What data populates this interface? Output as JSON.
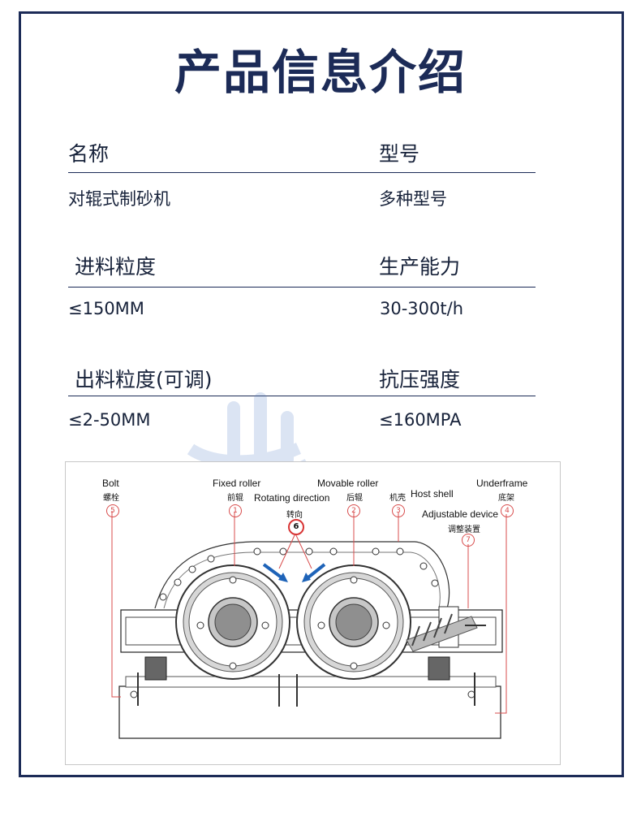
{
  "title": "产品信息介绍",
  "specs": [
    {
      "label": "名称",
      "value": "对辊式制砂机"
    },
    {
      "label": "型号",
      "value": "多种型号"
    },
    {
      "label": "进料粒度",
      "value": "≤150MM"
    },
    {
      "label": "生产能力",
      "value": "30-300t/h"
    },
    {
      "label": "出料粒度(可调)",
      "value": "≤2-50MM"
    },
    {
      "label": "抗压强度",
      "value": "≤160MPA"
    }
  ],
  "diagram": {
    "labels": {
      "bolt_en": "Bolt",
      "bolt_cn": "螺栓",
      "bolt_num": "5",
      "fixed_en": "Fixed roller",
      "fixed_cn": "前辊",
      "fixed_num": "1",
      "rotating_en": "Rotating direction",
      "rotating_cn": "转向",
      "rotating_num": "6",
      "movable_en": "Movable roller",
      "movable_cn": "后辊",
      "movable_num": "2",
      "host_cn": "机壳",
      "host_en": "Host shell",
      "host_num": "3",
      "underframe_en": "Underframe",
      "underframe_cn": "底架",
      "underframe_num": "4",
      "adjust_en": "Adjustable device",
      "adjust_cn": "调整装置",
      "adjust_num": "7"
    }
  },
  "colors": {
    "frame": "#1c2b57",
    "accent_red": "#d84c4c",
    "accent_blue": "#1e63b8"
  }
}
